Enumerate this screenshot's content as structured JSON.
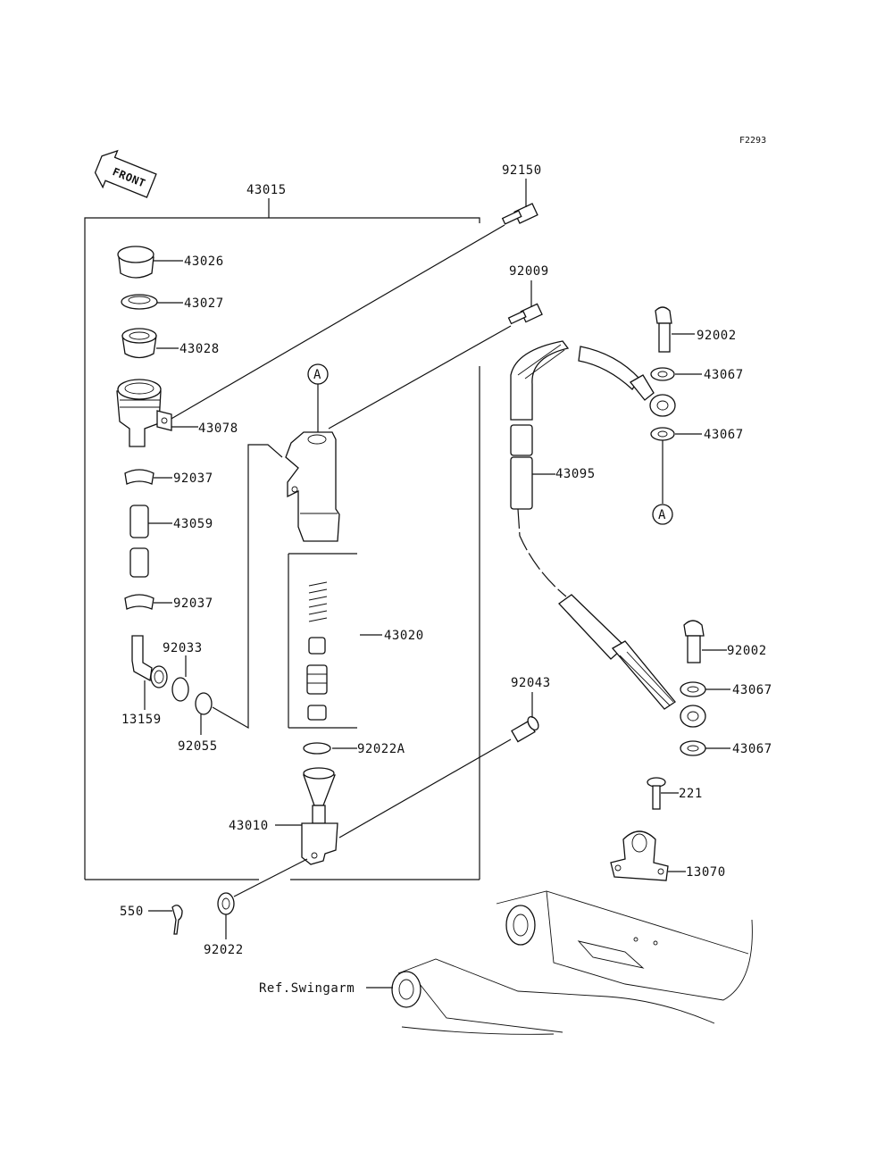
{
  "diagram_code": "F2293",
  "front_label": "FRONT",
  "callout_a": "A",
  "ref_label": "Ref.Swingarm",
  "parts": {
    "p43015": "43015",
    "p92150": "92150",
    "p92009": "92009",
    "p43026": "43026",
    "p43027": "43027",
    "p43028": "43028",
    "p43078": "43078",
    "p92037a": "92037",
    "p43059": "43059",
    "p92037b": "92037",
    "p92033": "92033",
    "p13159": "13159",
    "p92055": "92055",
    "p43020": "43020",
    "p92022A": "92022A",
    "p43010": "43010",
    "p550": "550",
    "p92022": "92022",
    "p92043": "92043",
    "p92002a": "92002",
    "p43067a": "43067",
    "p43067b": "43067",
    "p43095": "43095",
    "p92002b": "92002",
    "p43067c": "43067",
    "p43067d": "43067",
    "p221": "221",
    "p13070": "13070"
  }
}
